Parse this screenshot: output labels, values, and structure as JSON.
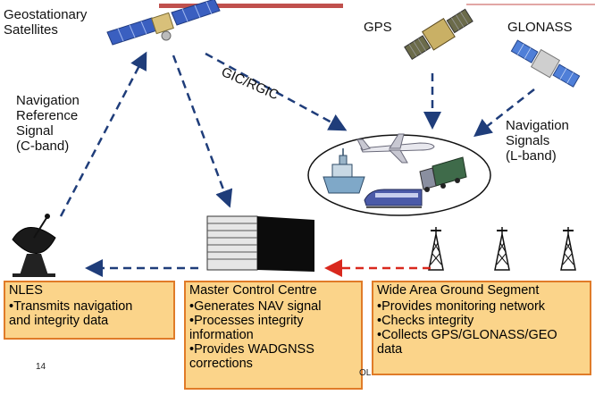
{
  "labels": {
    "geo_line1": "Geostationary",
    "geo_line2": "Satellites",
    "gps": "GPS",
    "glonass": "GLONASS",
    "gic": "GIC/RGIC",
    "navref_line1": "Navigation",
    "navref_line2": "Reference",
    "navref_line3": "Signal",
    "navref_line4": "(C-band)",
    "navsig_line1": "Navigation",
    "navsig_line2": "Signals",
    "navsig_line3": "(L-band)"
  },
  "boxes": {
    "nles": {
      "title": "NLES",
      "lines": [
        "•Transmits navigation",
        "and integrity data"
      ]
    },
    "mcc": {
      "title": "Master Control Centre",
      "lines": [
        "•Generates NAV signal",
        "•Processes integrity",
        "information",
        "•Provides WADGNSS",
        "corrections"
      ]
    },
    "wags": {
      "title": "Wide Area Ground Segment",
      "lines": [
        "•Provides monitoring network",
        "•Checks integrity",
        "•Collects GPS/GLONASS/GEO",
        "data"
      ]
    }
  },
  "footer": {
    "page_number": "14",
    "partial_text": "OL"
  },
  "colors": {
    "arrow_blue": "#1f3d7a",
    "arrow_red": "#d9281e",
    "box_fill": "#fbd48a",
    "box_border": "#e07b28",
    "top_bar": "#c0504d"
  }
}
